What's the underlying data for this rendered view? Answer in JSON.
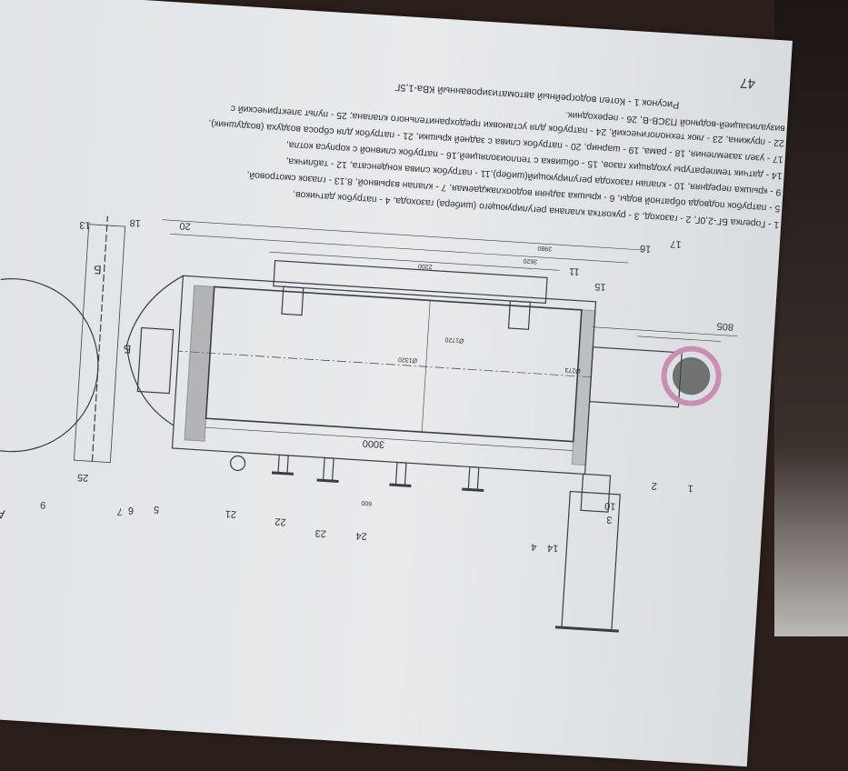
{
  "page_number": "47",
  "caption": "Рисунок 1 - Котел водогрейный автоматизированный КВа-1,5Г",
  "legend_lines": [
    "1 - Горелка БГ-2,0Г, 2 - газоход, 3 - рукоятка клапана регулирующего (шибера) газохода, 4 - патрубок датчиков,",
    "5 - патрубок подвода обратной воды, 6 - крышка задняя водоохлаждаемая, 7 - клапан взрывной, 8,13 - глазок смотровой,",
    "9 - крышка передняя, 10 - клапан газохода регулирующий(шибер),11 - патрубок слива конденсата, 12 - табличка,",
    "14 - датчик температуры уходящих газов, 15 - обшивка с теплоизоляцией,16 - патрубок сливной с корпуса котла,",
    "17 - узел заземления, 18 - рама, 19 - шарнир, 20 - патрубок слива с задней крышки, 21 - патрубок для сброса воздуха (воздушник),",
    "22 - пружина, 23 - люк технологический, 24 - патрубок для установки предохранительного клапана; 25 - пульт электрический с",
    "визуализацией-водяной ПЗСВ-В, 26 - переходник."
  ],
  "drawing": {
    "dimensions": {
      "length": "3000",
      "burner": "805",
      "d1": "3620",
      "d2": "3980",
      "frame": "2200",
      "dia_inner": "Ø1320",
      "dia_outer": "Ø1720",
      "dia_pipe": "Ø273",
      "pitch": "600"
    },
    "section_labels": {
      "b1": "Б",
      "b2": "Б",
      "a": "А"
    },
    "callouts": [
      "1",
      "2",
      "3",
      "10",
      "14",
      "4",
      "24",
      "23",
      "22",
      "21",
      "5",
      "6",
      "7",
      "9",
      "25",
      "15",
      "11",
      "16",
      "17",
      "20",
      "18",
      "13"
    ]
  },
  "colors": {
    "paper": "#e4e6e8",
    "ink": "#2a2d33",
    "burner_ring": "#c98fb0",
    "background": "#2b1f1a"
  }
}
